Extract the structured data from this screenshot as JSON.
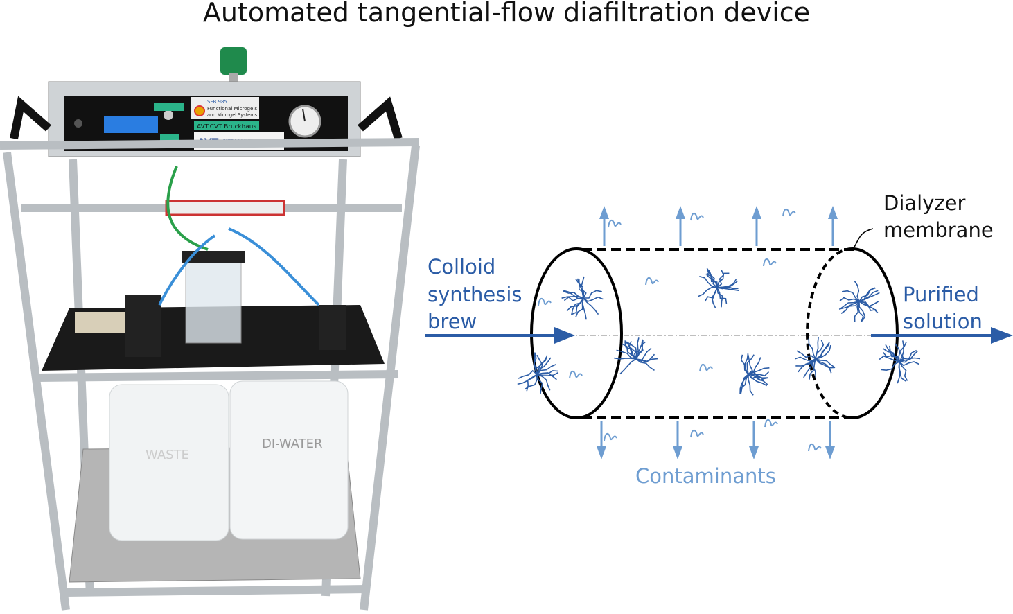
{
  "title": "Automated tangential-flow diafiltration device",
  "photo": {
    "panel_labels": [
      "SFB 985",
      "Functional Microgels",
      "and Microgel Systems",
      "AVT.CVT Bruckhaus",
      "AVT",
      "RWTH AACHEN UNIVERSITY"
    ],
    "jug_labels": [
      "WASTE",
      "DI-WATER"
    ]
  },
  "schematic": {
    "inlet_label": [
      "Colloid",
      "synthesis",
      "brew"
    ],
    "outlet_label": [
      "Purified",
      "solution"
    ],
    "membrane_label": [
      "Dialyzer",
      "membrane"
    ],
    "contaminants_label": "Contaminants",
    "colors": {
      "dark_blue": "#2b5ca6",
      "light_blue": "#6e9dd1",
      "outline": "#000000"
    }
  }
}
